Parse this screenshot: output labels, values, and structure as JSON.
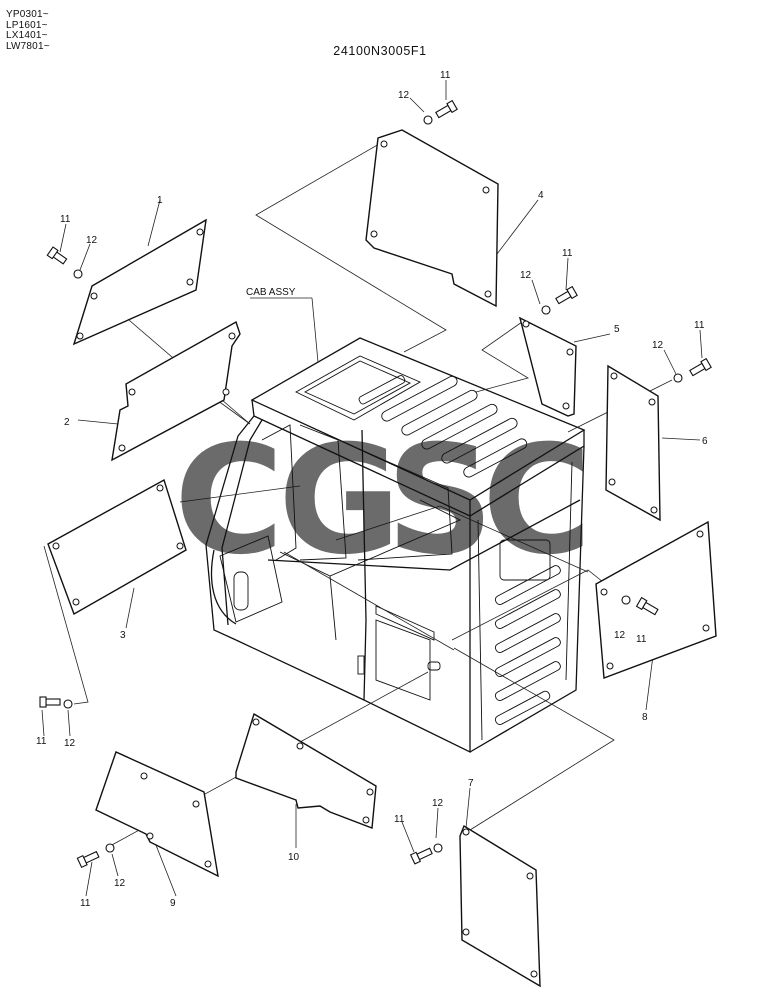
{
  "header": {
    "serials": [
      "YP0301~",
      "LP1601~",
      "LX1401~",
      "LW7801~"
    ],
    "drawing_number": "24100N3005F1"
  },
  "cab_label": "CAB ASSY",
  "callouts": {
    "p1": "1",
    "p2": "2",
    "p3": "3",
    "p4": "4",
    "p5": "5",
    "p6": "6",
    "p7": "7",
    "p8": "8",
    "p9": "9",
    "p10": "10",
    "bolt": "11",
    "washer": "12"
  },
  "watermark": {
    "letters": [
      "C",
      "G",
      "S",
      "C"
    ],
    "colors": [
      "#4f8ef2",
      "#ea4335",
      "#fbc02d",
      "#2e9e5e"
    ]
  }
}
